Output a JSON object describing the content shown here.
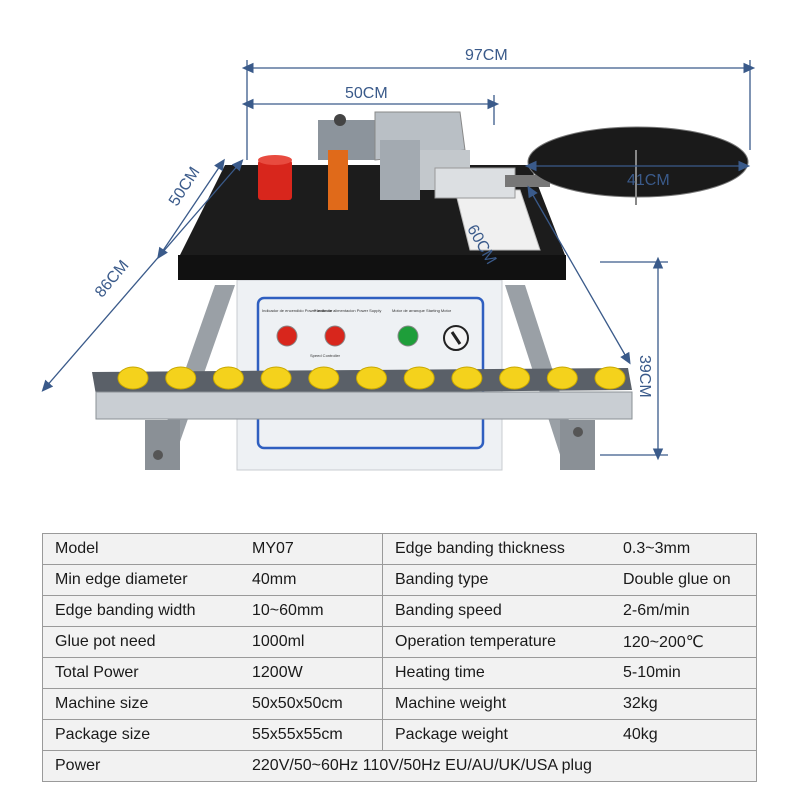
{
  "dimensions": {
    "total_width": "97CM",
    "machine_width": "50CM",
    "table_diameter": "41CM",
    "depth_left": "50CM",
    "depth_front": "60CM",
    "diagonal": "86CM",
    "height": "39CM"
  },
  "colors": {
    "dimension_line": "#3a5a8a",
    "table_border": "#9a9a9a",
    "table_bg": "#f2f2f2",
    "roller_yellow": "#f4d21c",
    "glue_pot_red": "#d8261c",
    "panel_blue": "#2f5fc0"
  },
  "control_panel": {
    "labels": [
      "Indicador de encendido Power Indicator",
      "Fuente de alimentacion Power Supply",
      "Motor de arranque Starting Motor",
      "Speed Controller"
    ]
  },
  "specs": [
    {
      "k1": "Model",
      "v1": "MY07",
      "k2": "Edge banding thickness",
      "v2": "0.3~3mm"
    },
    {
      "k1": "Min edge diameter",
      "v1": "40mm",
      "k2": "Banding type",
      "v2": "Double glue on"
    },
    {
      "k1": "Edge banding width",
      "v1": "10~60mm",
      "k2": "Banding speed",
      "v2": "2-6m/min"
    },
    {
      "k1": "Glue pot need",
      "v1": "1000ml",
      "k2": "Operation temperature",
      "v2": "120~200℃"
    },
    {
      "k1": "Total Power",
      "v1": "1200W",
      "k2": "Heating time",
      "v2": "5-10min"
    },
    {
      "k1": "Machine size",
      "v1": "50x50x50cm",
      "k2": "Machine weight",
      "v2": "32kg"
    },
    {
      "k1": "Package size",
      "v1": "55x55x55cm",
      "k2": "Package weight",
      "v2": "40kg"
    }
  ],
  "power_row": {
    "k": "Power",
    "v": "220V/50~60Hz 110V/50Hz EU/AU/UK/USA plug"
  }
}
